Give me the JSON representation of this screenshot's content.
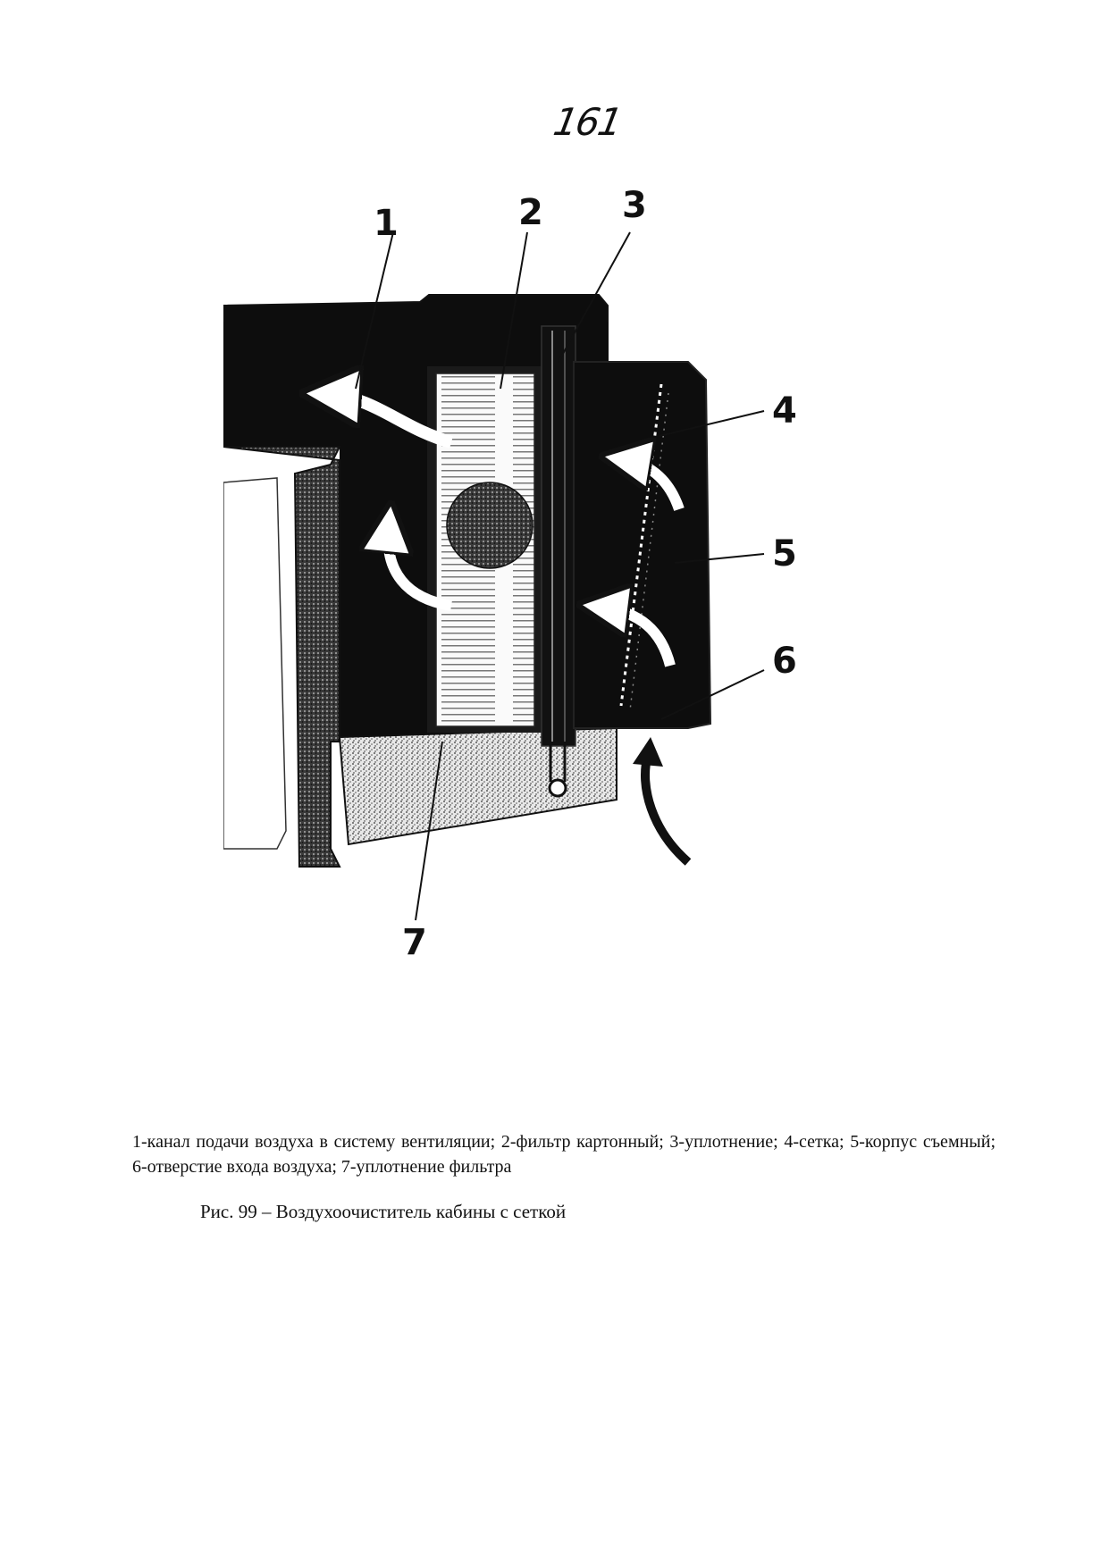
{
  "page_number": "161",
  "figure": {
    "callouts": [
      "1",
      "2",
      "3",
      "4",
      "5",
      "6",
      "7"
    ]
  },
  "caption": "1-канал подачи воздуха в систему вентиляции; 2-фильтр картонный; 3-уплотнение; 4-сетка; 5-корпус съемный; 6-отверстие входа воздуха; 7-уплотнение фильтра",
  "figure_title": "Рис. 99 – Воздухоочиститель кабины с сеткой"
}
